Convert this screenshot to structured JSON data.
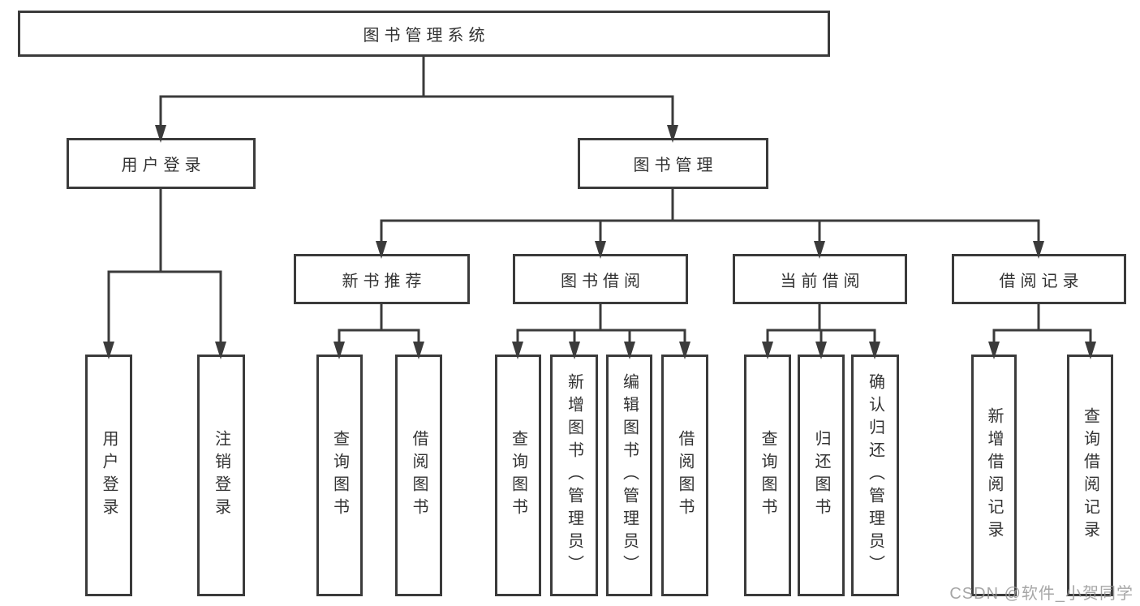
{
  "diagram": {
    "root": {
      "label": "图书管理系统"
    },
    "level1": [
      {
        "label": "用户登录"
      },
      {
        "label": "图书管理"
      }
    ],
    "level2": [
      {
        "label": "新书推荐"
      },
      {
        "label": "图书借阅"
      },
      {
        "label": "当前借阅"
      },
      {
        "label": "借阅记录"
      }
    ],
    "leaves": {
      "login": [
        {
          "label": "用户登录"
        },
        {
          "label": "注销登录"
        }
      ],
      "recommend": [
        {
          "label": "查询图书"
        },
        {
          "label": "借阅图书"
        }
      ],
      "borrow": [
        {
          "label": "查询图书"
        },
        {
          "label": "新增图书（管理员）"
        },
        {
          "label": "编辑图书（管理员）"
        },
        {
          "label": "借阅图书"
        }
      ],
      "current": [
        {
          "label": "查询图书"
        },
        {
          "label": "归还图书"
        },
        {
          "label": "确认归还（管理员）"
        }
      ],
      "records": [
        {
          "label": "新增借阅记录"
        },
        {
          "label": "查询借阅记录"
        }
      ]
    },
    "colors": {
      "line": "#3b3b3b",
      "text": "#333333",
      "watermark": "#969696",
      "background": "#ffffff"
    }
  },
  "watermark": {
    "text": "CSDN @软件_小贺同学"
  }
}
